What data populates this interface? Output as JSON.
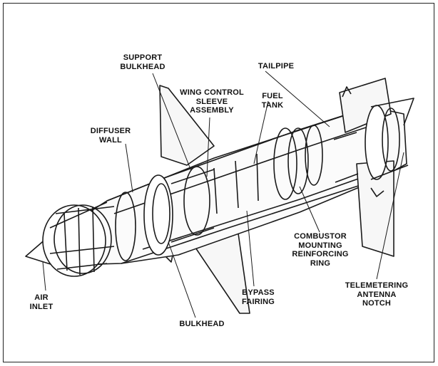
{
  "labels": {
    "support_bulkhead": [
      "SUPPORT",
      "BULKHEAD"
    ],
    "wing_control": [
      "WING CONTROL",
      "SLEEVE",
      "ASSEMBLY"
    ],
    "tailpipe": [
      "TAILPIPE"
    ],
    "fuel_tank": [
      "FUEL",
      "TANK"
    ],
    "diffuser_wall": [
      "DIFFUSER",
      "WALL"
    ],
    "combustor": [
      "COMBUSTOR",
      "MOUNTING",
      "REINFORCING",
      "RING"
    ],
    "telemetering": [
      "TELEMETERING",
      "ANTENNA",
      "NOTCH"
    ],
    "air_inlet": [
      "AIR",
      "INLET"
    ],
    "bypass_fairing": [
      "BYPASS",
      "FAIRING"
    ],
    "bulkhead": [
      "BULKHEAD"
    ]
  }
}
